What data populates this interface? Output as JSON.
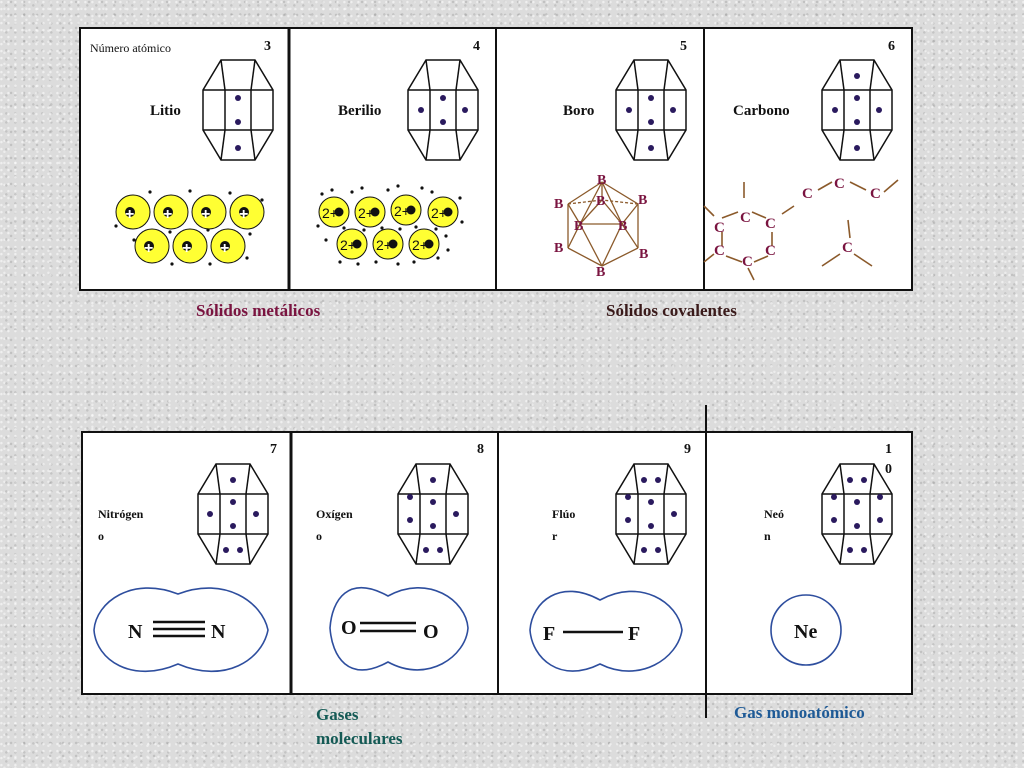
{
  "top_panel": {
    "header_label": "Número atómico",
    "cells": [
      {
        "number": "3",
        "name": "Litio"
      },
      {
        "number": "4",
        "name": "Berilio"
      },
      {
        "number": "5",
        "name": "Boro"
      },
      {
        "number": "6",
        "name": "Carbono"
      }
    ],
    "metal_ion_plus": "+",
    "metal_ion_charge": "2+",
    "boron_symbol": "B",
    "carbon_symbol": "C"
  },
  "categories": {
    "metallic": "Sólidos  metálicos",
    "covalent": "Sólidos  covalentes",
    "molecular_line1": "Gases",
    "molecular_line2": "moleculares",
    "monatomic": "Gas monoatómico"
  },
  "bottom_panel": {
    "cells": [
      {
        "number": "7",
        "name_line1": "Nitrógen",
        "name_line2": "o",
        "symbol": "N"
      },
      {
        "number": "8",
        "name_line1": "Oxígen",
        "name_line2": "o",
        "symbol": "O"
      },
      {
        "number": "9",
        "name_line1": "Flúo",
        "name_line2": "r",
        "symbol": "F"
      },
      {
        "number_line1": "1",
        "number_line2": "0",
        "name_line1": "Neó",
        "name_line2": "n",
        "symbol": "Ne"
      }
    ]
  },
  "colors": {
    "electron": "#2a1a5e",
    "ion_fill": "#ffff33",
    "bond_brown": "#8b5a2b",
    "metallic_label": "#7a1440",
    "covalent_label": "#3a1a1a",
    "gas_label": "#145a55",
    "mono_label": "#1e5a96",
    "molecule_outline": "#2e4e9e"
  }
}
